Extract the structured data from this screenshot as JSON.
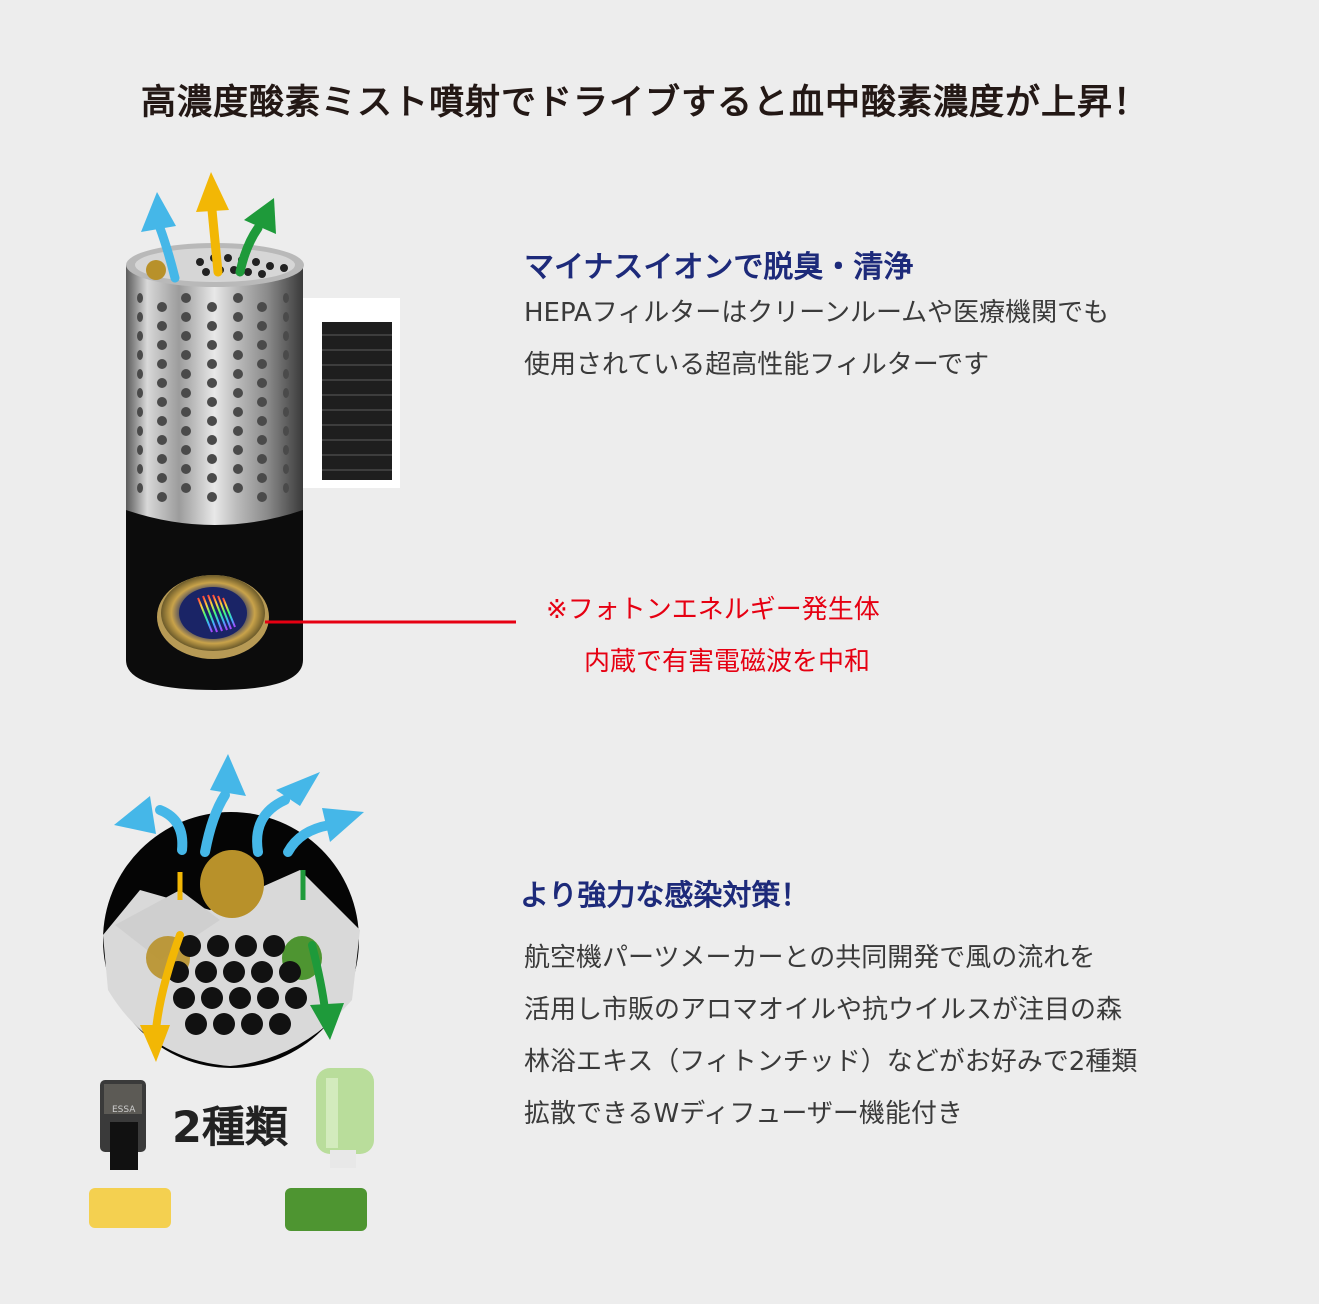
{
  "headline": "高濃度酸素ミスト噴射でドライブすると血中酸素濃度が上昇！",
  "feature1": {
    "title": "マイナスイオンで脱臭・清浄",
    "lines": [
      "HEPAフィルターはクリーンルームや医療機関でも",
      "使用されている超高性能フィルターです"
    ]
  },
  "callout": {
    "line1": "※フォトンエネルギー発生体",
    "line2": "内蔵で有害電磁波を中和"
  },
  "feature2": {
    "title": "より強力な感染対策！",
    "lines": [
      "航空機パーツメーカーとの共同開発で風の流れを",
      "活用し市販のアロマオイルや抗ウイルスが注目の森",
      "林浴エキス（フィトンチッド）などがお好みで2種類",
      "拡散できるWディフューザー機能付き"
    ]
  },
  "kinds_label": "2種類",
  "colors": {
    "navy": "#1d2a7a",
    "red": "#e60012",
    "arrow_blue": "#45b7e8",
    "arrow_yellow": "#f2b705",
    "arrow_green": "#1e9a3a",
    "swatch_yellow": "#f4d050",
    "swatch_green": "#4e9531"
  },
  "icons": [
    "airflow-arrows",
    "device-cylinder",
    "filter-cartridge",
    "photon-emblem",
    "top-view-diagram",
    "diffuser-bottle-dark",
    "diffuser-bottle-green"
  ]
}
